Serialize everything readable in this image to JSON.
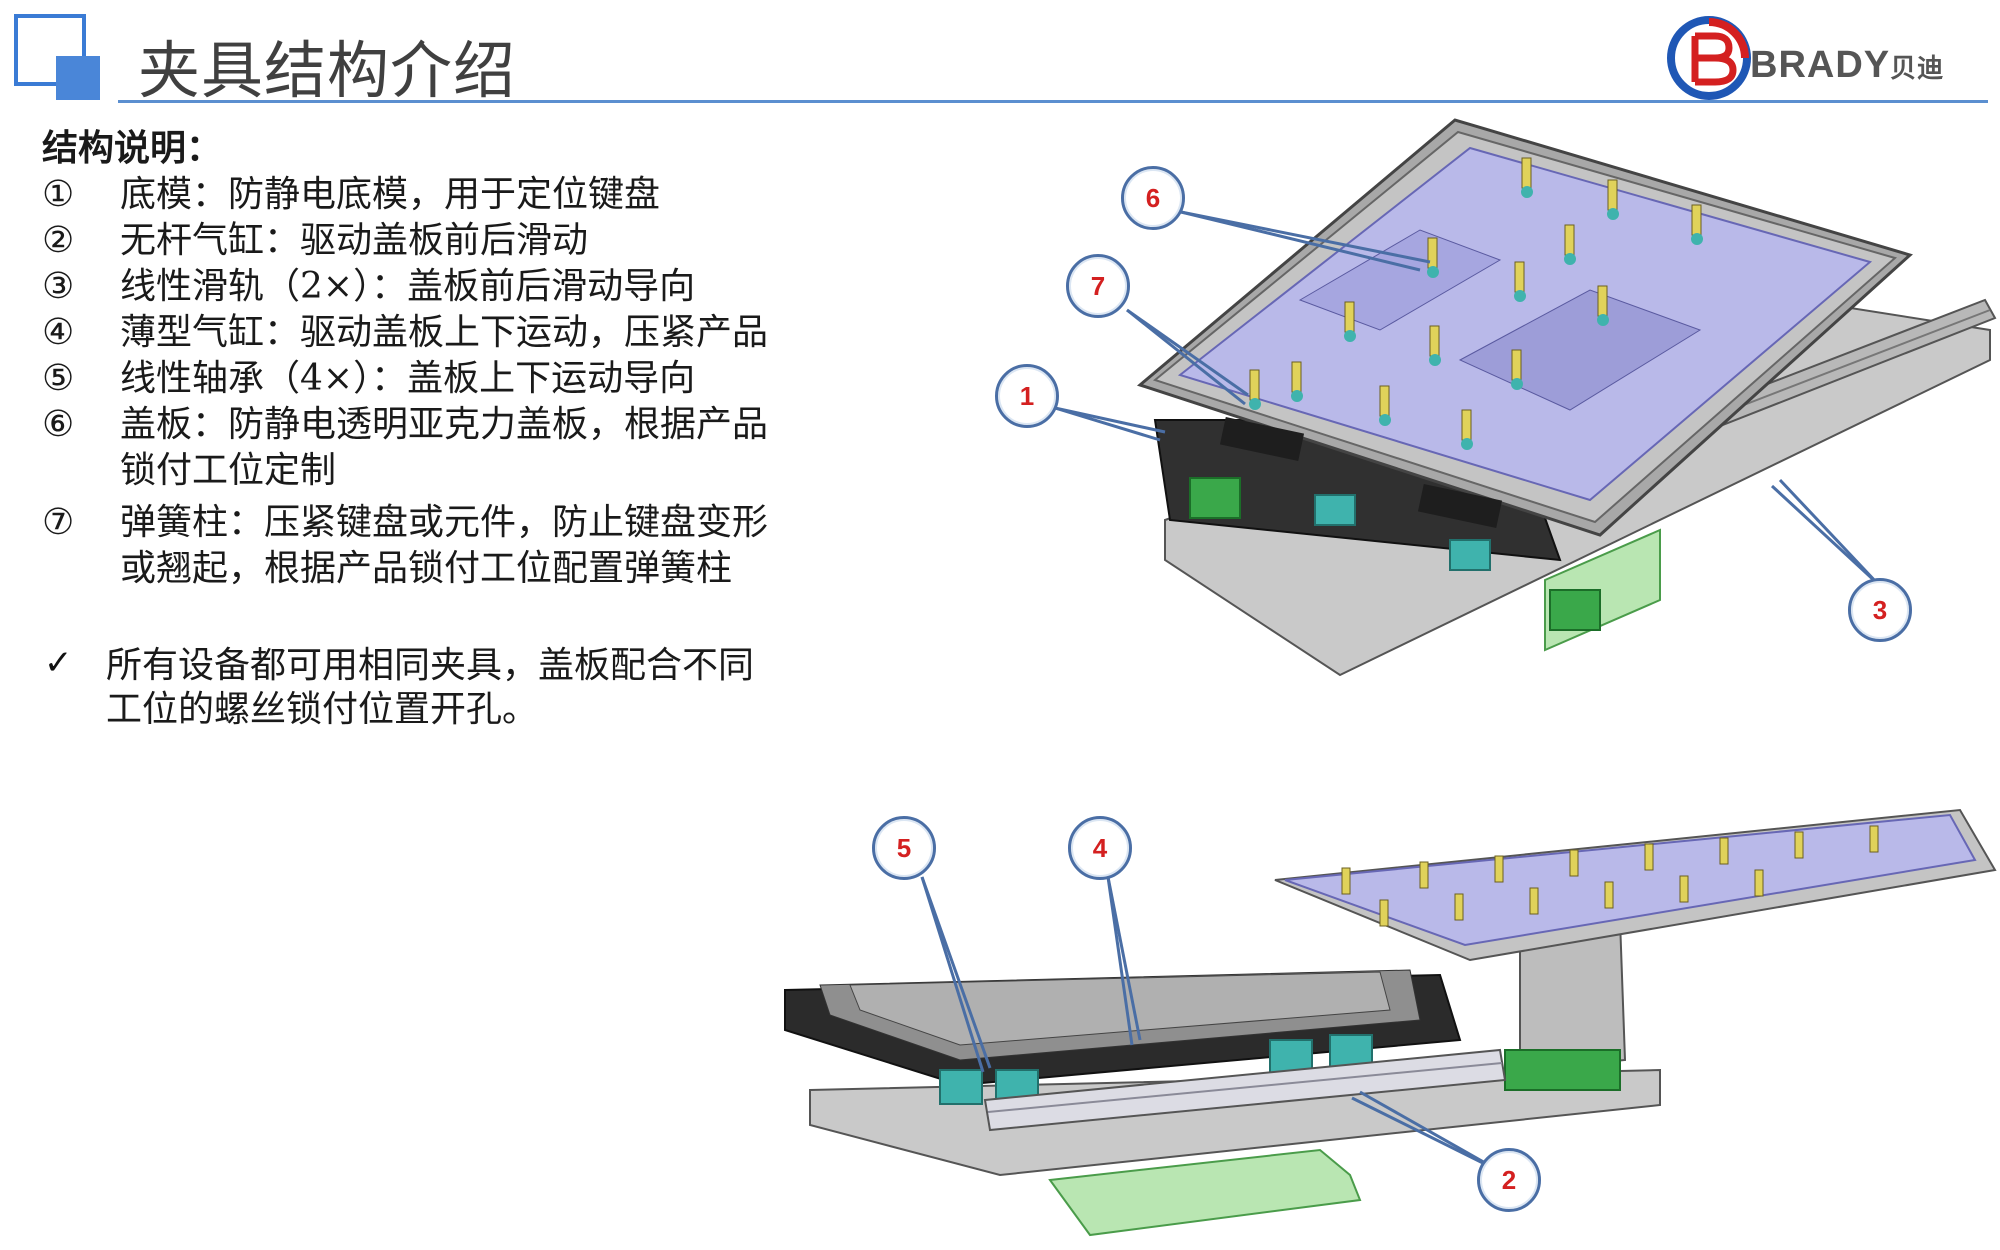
{
  "header": {
    "title": "夹具结构介绍",
    "brand_name": "BRADY",
    "brand_cn": "贝迪",
    "accent_color": "#3a7bd5",
    "brand_color": "#1f57b5"
  },
  "structure": {
    "heading": "结构说明：",
    "items": [
      {
        "num": "①",
        "lines": [
          "底模：防静电底模，用于定位键盘"
        ]
      },
      {
        "num": "②",
        "lines": [
          "无杆气缸：驱动盖板前后滑动"
        ]
      },
      {
        "num": "③",
        "lines": [
          "线性滑轨（2×）：盖板前后滑动导向"
        ]
      },
      {
        "num": "④",
        "lines": [
          "薄型气缸：驱动盖板上下运动，压紧产品"
        ]
      },
      {
        "num": "⑤",
        "lines": [
          "线性轴承（4×）：盖板上下运动导向"
        ]
      },
      {
        "num": "⑥",
        "lines": [
          "盖板：防静电透明亚克力盖板，根据产品",
          "锁付工位定制"
        ]
      },
      {
        "num": "⑦",
        "lines": [
          "弹簧柱：压紧键盘或元件，防止键盘变形",
          "或翘起，根据产品锁付工位配置弹簧柱"
        ]
      }
    ]
  },
  "note": {
    "mark": "✓",
    "lines": [
      "所有设备都可用相同夹具，盖板配合不同",
      "工位的螺丝锁付位置开孔。"
    ]
  },
  "callouts": [
    "6",
    "7",
    "1",
    "3",
    "5",
    "4",
    "2"
  ]
}
